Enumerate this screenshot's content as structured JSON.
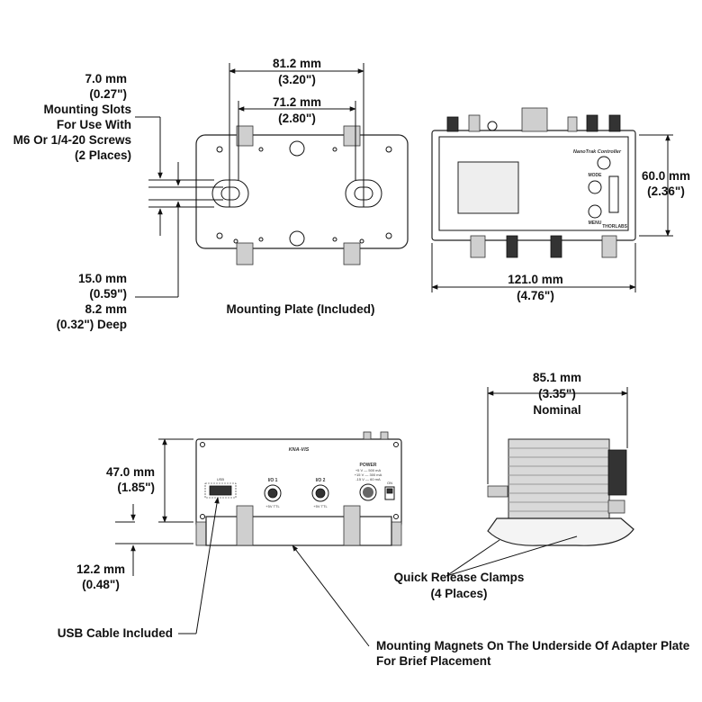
{
  "annotations": {
    "plate_outer_width": [
      "81.2 mm",
      "(3.20\")"
    ],
    "plate_inner_width": [
      "71.2 mm",
      "(2.80\")"
    ],
    "slot_width": [
      "7.0 mm",
      "(0.27\")",
      "Mounting Slots",
      "For Use With",
      "M6 Or 1/4-20 Screws",
      "(2 Places)"
    ],
    "slot_length": [
      "15.0 mm",
      "(0.59\")",
      "8.2 mm",
      "(0.32\") Deep"
    ],
    "plate_caption": "Mounting Plate (Included)",
    "controller_height": [
      "60.0 mm",
      "(2.36\")"
    ],
    "controller_width": [
      "121.0 mm",
      "(4.76\")"
    ],
    "front_height": [
      "47.0 mm",
      "(1.85\")"
    ],
    "base_height": [
      "12.2 mm",
      "(0.48\")"
    ],
    "side_width": [
      "85.1 mm",
      "(3.35\")",
      "Nominal"
    ],
    "clamps_label": [
      "Quick Release Clamps",
      "(4 Places)"
    ],
    "usb_label": "USB Cable Included",
    "magnets_label": [
      "Mounting Magnets On The Underside Of Adapter Plate",
      "For Brief Placement"
    ]
  },
  "device": {
    "top_label": "NanoTrak Controller",
    "mode_label": "MODE",
    "menu_label": "MENU",
    "brand": "THORLABS",
    "model": "KNA-VIS",
    "usb_port": "USB",
    "io1": "I/O 1",
    "io2": "I/O 2",
    "io1_sub": "+5V TTL",
    "io2_sub": "+5V TTL",
    "power_label": "POWER",
    "power_lines": [
      "+5 V — 500 mA",
      "+15 V — 300 mA",
      "-15 V — 60 mA"
    ],
    "switch_label": "ON"
  }
}
